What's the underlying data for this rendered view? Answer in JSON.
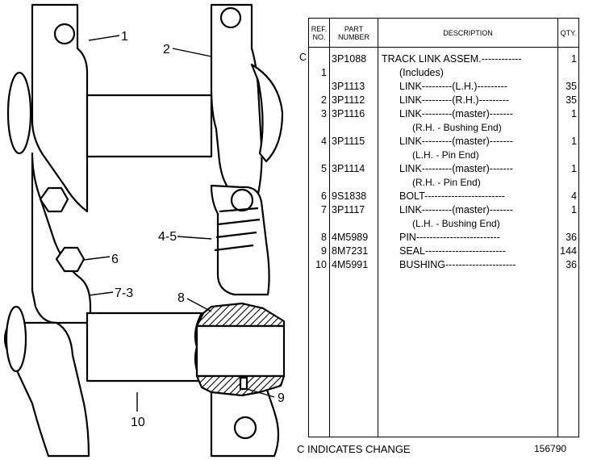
{
  "callouts": [
    "1",
    "2",
    "4-5",
    "6",
    "7-3",
    "8",
    "9",
    "10"
  ],
  "table": {
    "headers": {
      "ref": "REF. NO.",
      "part": "PART NUMBER",
      "description": "DESCRIPTION",
      "qty": "QTY."
    },
    "rows": [
      {
        "ref": "",
        "part": "3P1088",
        "desc": "TRACK LINK ASSEM.------------",
        "indent": 0,
        "qty": "1"
      },
      {
        "ref": "1",
        "part": "",
        "desc": "(Includes)",
        "indent": 1,
        "qty": ""
      },
      {
        "ref": "",
        "part": "3P1113",
        "desc": "LINK---------(L.H.)---------",
        "indent": 1,
        "qty": "35"
      },
      {
        "ref": "2",
        "part": "3P1112",
        "desc": "LINK---------(R.H.)---------",
        "indent": 1,
        "qty": "35"
      },
      {
        "ref": "3",
        "part": "3P1116",
        "desc": "LINK---------(master)-------",
        "indent": 1,
        "qty": "1"
      },
      {
        "ref": "",
        "part": "",
        "desc": "(R.H. - Bushing End)",
        "indent": 2,
        "qty": ""
      },
      {
        "ref": "4",
        "part": "3P1115",
        "desc": "LINK---------(master)-------",
        "indent": 1,
        "qty": "1"
      },
      {
        "ref": "",
        "part": "",
        "desc": "(L.H. - Pin End)",
        "indent": 2,
        "qty": ""
      },
      {
        "ref": "5",
        "part": "3P1114",
        "desc": "LINK---------(master)-------",
        "indent": 1,
        "qty": "1"
      },
      {
        "ref": "",
        "part": "",
        "desc": "(R.H. - Pin End)",
        "indent": 2,
        "qty": ""
      },
      {
        "ref": "6",
        "part": "9S1838",
        "desc": "BOLT------------------------",
        "indent": 1,
        "qty": "4"
      },
      {
        "ref": "7",
        "part": "3P1117",
        "desc": "LINK---------(master)-------",
        "indent": 1,
        "qty": "1"
      },
      {
        "ref": "",
        "part": "",
        "desc": "(L.H. - Bushing End)",
        "indent": 2,
        "qty": ""
      },
      {
        "ref": "8",
        "part": "4M5989",
        "desc": "PIN-------------------------",
        "indent": 1,
        "qty": "36"
      },
      {
        "ref": "9",
        "part": "8M7231",
        "desc": "SEAL------------------------",
        "indent": 1,
        "qty": "144"
      },
      {
        "ref": "10",
        "part": "4M5991",
        "desc": "BUSHING---------------------",
        "indent": 1,
        "qty": "36"
      }
    ]
  },
  "change_marker": "C",
  "footer_note": "C INDICATES CHANGE",
  "doc_number": "156790"
}
